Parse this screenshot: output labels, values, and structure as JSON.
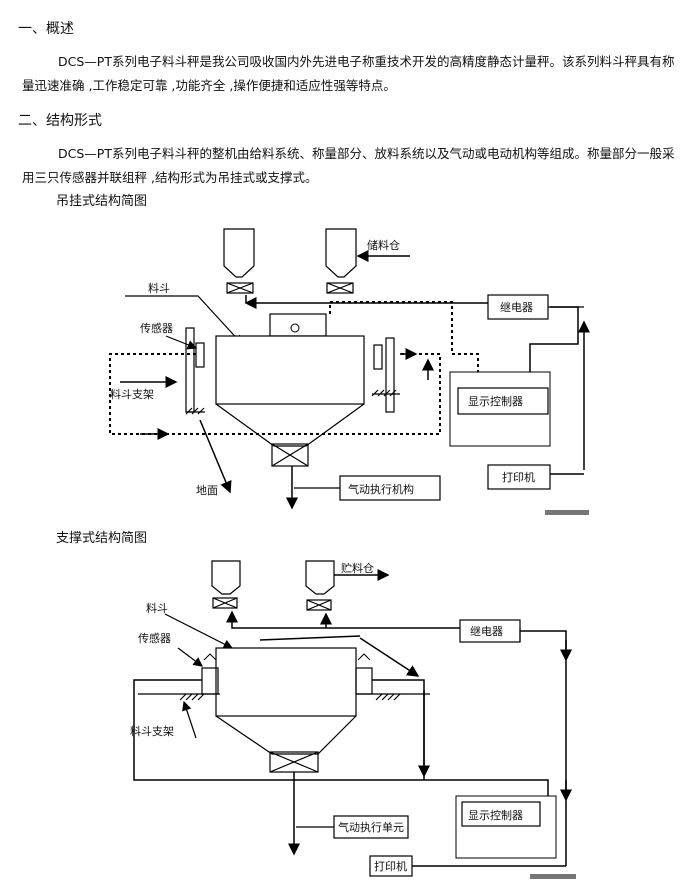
{
  "section1": {
    "heading": "一、概述",
    "paragraph": "DCS—PT系列电子料斗秤是我公司吸收国内外先进电子称重技术开发的高精度静态计量秤。该系列料斗秤具有称量迅速准确 ,工作稳定可靠 ,功能齐全 ,操作便捷和适应性强等特点。"
  },
  "section2": {
    "heading": "二、结构形式",
    "paragraph": "DCS—PT系列电子料斗秤的整机由给料系统、称量部分、放料系统以及气动或电动机构等组成。称量部分一般采用三只传感器并联组秤 ,结构形式为吊挂式或支撑式。"
  },
  "diagram1": {
    "caption": "吊挂式结构简图",
    "labels": {
      "storage_bin": "储料仓",
      "hopper": "料斗",
      "relay": "继电器",
      "sensor": "传感器",
      "display_controller": "显示控制器",
      "hopper_support": "料斗支架",
      "printer": "打印机",
      "ground": "地面",
      "pneumatic_mechanism": "气动执行机构"
    }
  },
  "diagram2": {
    "caption": "支撑式结构简图",
    "labels": {
      "storage_bin": "贮料仓",
      "hopper": "料斗",
      "relay": "继电器",
      "sensor": "传感器",
      "hopper_support": "料斗支架",
      "display_controller": "显示控制器",
      "pneumatic_unit": "气动执行单元",
      "printer": "打印机"
    }
  }
}
